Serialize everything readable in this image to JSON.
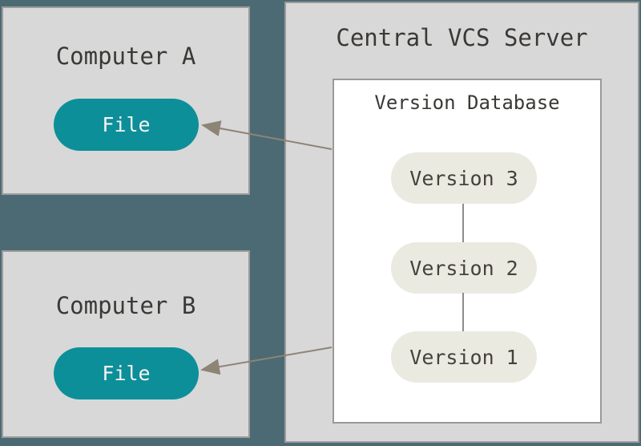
{
  "diagram": {
    "kind": "centralized-version-control-diagram"
  },
  "computer_a": {
    "title": "Computer A",
    "file_label": "File"
  },
  "computer_b": {
    "title": "Computer B",
    "file_label": "File"
  },
  "server": {
    "title": "Central VCS Server",
    "database": {
      "title": "Version Database",
      "versions": [
        {
          "label": "Version 3"
        },
        {
          "label": "Version 2"
        },
        {
          "label": "Version 1"
        }
      ]
    }
  },
  "colors": {
    "background_teal": "#4c6a73",
    "box_fill": "#d8d8d8",
    "box_border": "#9b9b9b",
    "database_fill": "#ffffff",
    "file_pill_fill": "#0d8f9a",
    "file_pill_text": "#f4f3f1",
    "version_pill_fill": "#ebeae1",
    "text_dark": "#3b3936",
    "arrow": "#8d8478"
  }
}
